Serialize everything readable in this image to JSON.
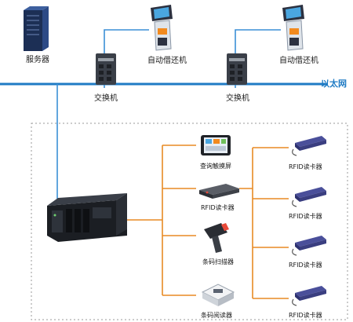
{
  "nodes": {
    "server": "服务器",
    "kiosk_1": "自动借还机",
    "kiosk_2": "自动借还机",
    "switch_1": "交换机",
    "switch_2": "交换机",
    "ethernet": "以太网",
    "touch_screen": "查询触摸屏",
    "rfid_reader_center": "RFID读卡器",
    "barcode_scanner": "条码扫描器",
    "barcode_reader": "条码阅读器"
  },
  "rfid_readers": [
    "RFID读卡器",
    "RFID读卡器",
    "RFID读卡器",
    "RFID读卡器",
    "RFID读卡器"
  ],
  "colors": {
    "ethernet_line": "#1f7bc4",
    "link_line": "#3b8fd6",
    "device_branch": "#e88a24",
    "dotted_border": "#9a9a9a",
    "device_dark": "#2b2f36",
    "server_rack": "#1c2f55"
  }
}
